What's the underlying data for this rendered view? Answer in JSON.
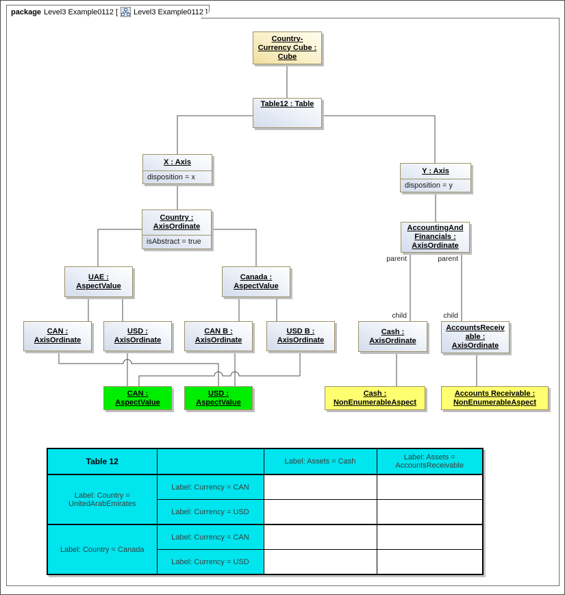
{
  "frame": {
    "keyword": "package",
    "title": "Level3 Example0112 [",
    "diagram_ref": "Level3 Example0112 ]"
  },
  "colors": {
    "node_border": "#9d9168",
    "node_fill_gradient": "#d3dcec",
    "cube_fill": "#f1dfa0",
    "aspect_value_green": "#00ee00",
    "non_enumerable_yellow": "#ffff70",
    "table_cyan": "#00e5ee",
    "shadow_gray": "#bfbfbf"
  },
  "nodes": {
    "cube": {
      "title": "Country-Currency Cube : Cube"
    },
    "table12": {
      "title": "Table12 : Table"
    },
    "x_axis": {
      "title": "X : Axis",
      "attr": "disposition = x"
    },
    "y_axis": {
      "title": "Y : Axis",
      "attr": "disposition = y"
    },
    "country": {
      "title": "Country : AxisOrdinate",
      "attr": "isAbstract = true"
    },
    "accounting_financials": {
      "title": "AccountingAnd Financials : AxisOrdinate"
    },
    "uae": {
      "title": "UAE : AspectValue"
    },
    "canada": {
      "title": "Canada : AspectValue"
    },
    "can_ordinate": {
      "title": "CAN : AxisOrdinate"
    },
    "usd_ordinate": {
      "title": "USD : AxisOrdinate"
    },
    "can_b_ordinate": {
      "title": "CAN B : AxisOrdinate"
    },
    "usd_b_ordinate": {
      "title": "USD B : AxisOrdinate"
    },
    "cash_ordinate": {
      "title": "Cash : AxisOrdinate"
    },
    "accounts_receivable_ordinate": {
      "title": "AccountsReceiv able : AxisOrdinate"
    },
    "can_aspect": {
      "title": "CAN : AspectValue"
    },
    "usd_aspect": {
      "title": "USD : AspectValue"
    },
    "cash_aspect": {
      "title": "Cash : NonEnumerableAspect"
    },
    "accounts_receivable_aspect": {
      "title": "Accounts Receivable : NonEnumerableAspect"
    }
  },
  "edge_labels": {
    "parent1": "parent",
    "child1": "child",
    "parent2": "parent",
    "child2": "child"
  },
  "table": {
    "title": "Table 12",
    "headers": {
      "col2": "",
      "col3": "Label: Assets = Cash",
      "col4": "Label: Assets = AccountsReceivable"
    },
    "row_groups": [
      {
        "country": "Label: Country = UnitedArabEmirates",
        "rows": [
          "Label: Currency = CAN",
          "Label: Currency = USD"
        ]
      },
      {
        "country": "Label: Country = Canada",
        "rows": [
          "Label: Currency = CAN",
          "Label: Currency = USD"
        ]
      }
    ]
  }
}
